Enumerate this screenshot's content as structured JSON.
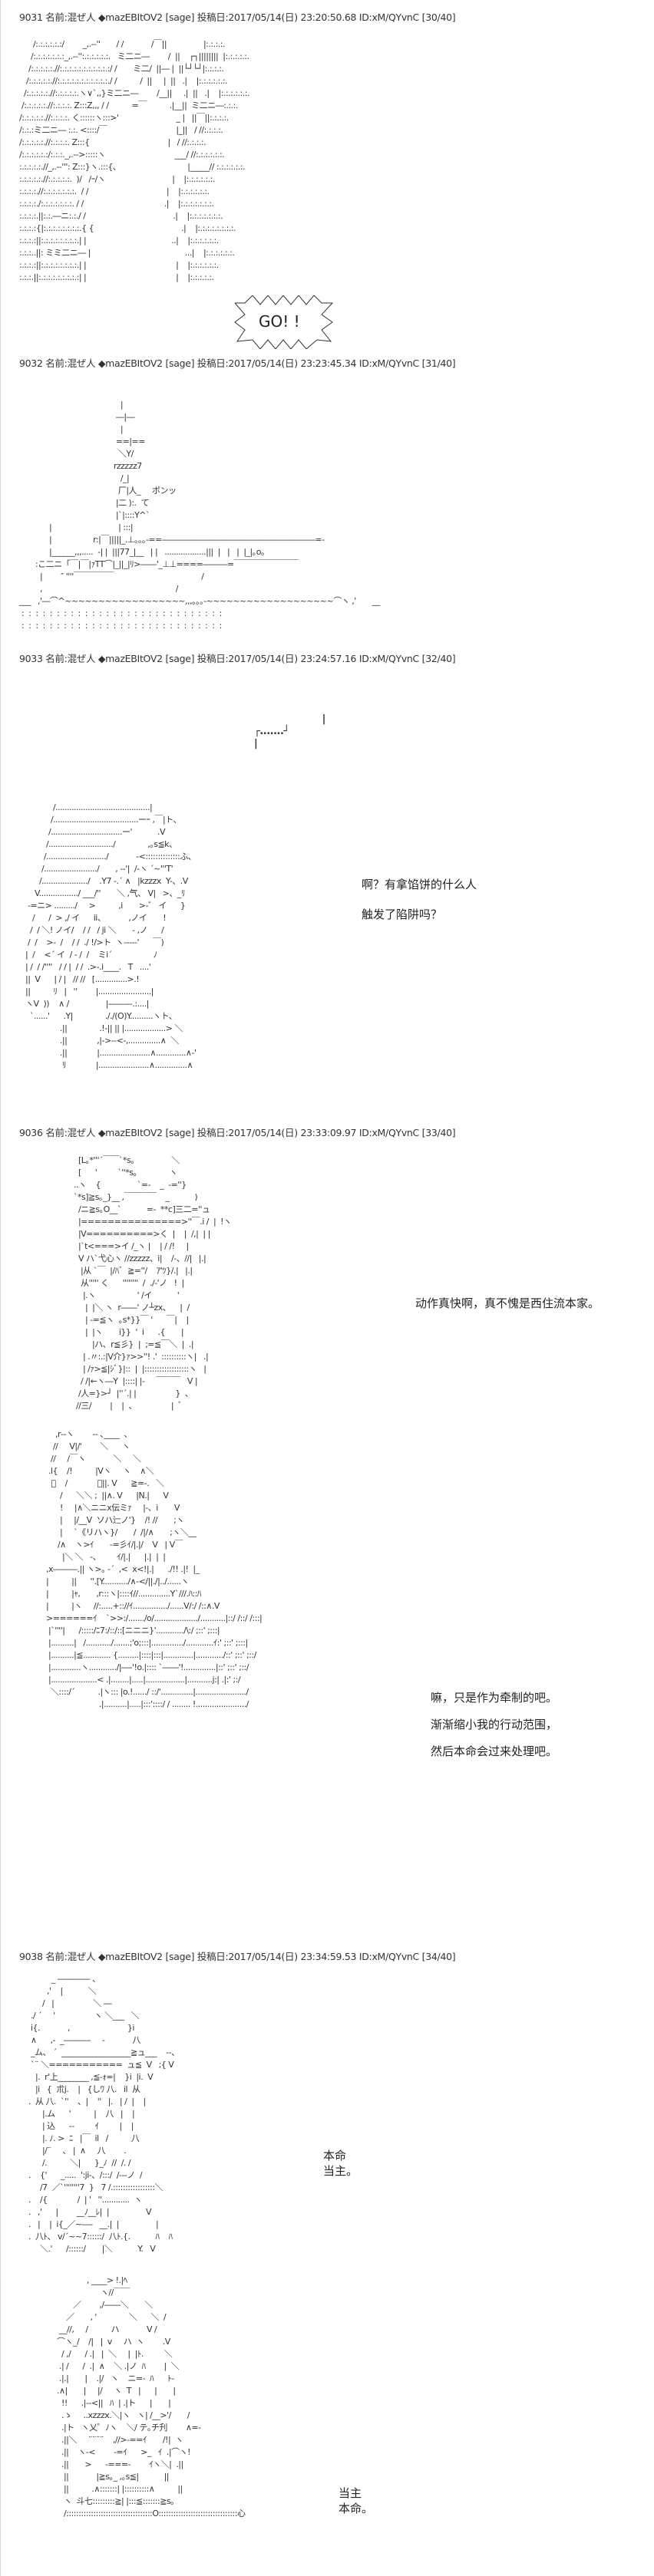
{
  "posts": [
    {
      "header": "9031 名前:混ぜ人 ◆mazEBItOV2 [sage] 投稿日:2017/05/14(日) 23:20:50.68 ID:xM/QYvnC [30/40]",
      "art": [
        "      /:.:.:.:.:.:/        _,.-‐''       / /            /￣||                |:.:.:.:.",
        "     /:.:.:.:.:.:.:_,.-‐'':.:.:.:.:.:.   ミ二ニ―        /  ||    ┌┐||||||||  |:.:.:.:.:.",
        "    /:.:.:.:.:.//:.:.:.:.:.:.:.:.:.:.:/ /       ミ二/  ||― |  ||└┘└┘|:.:.:.:.",
        "   /:.:.:.:.:.//:.:.:.:.:.:.:.:.:.:.:./ /          /  ||     |  ||   .|    |:.:.:.:.:.:.",
        "  /:.:.:.:.:.//:.:.:.:.:.ヽ∨`,,}ミ二ニ―        /__||     .|  ||   .|    |:.:.:.:.:.:.",
        " /:.:.:.:.:.//:.:.:.:. Z:::Z,,, / /          =￣          .|__||  ミ二ニ―:.:.:.",
        "/:.:.:.:.:.//:.:.:.:. く::::::ヽ:::>'                         _ |   ||￣||:.:.:.:.",
        "/:.:.:ミ二ニ― :.:. <::::/￣                              |_||   / //:.:.:.:.",
        "/:.:.:.:.:.//:.:.:.:. Z:::{                                  |   / //:.:.:.:.",
        "/:.:.:.:.:.:/:.:.:._,.-‐>:::::ヽ                              ___/ //:.:.:.:.:.:.",
        ":.:.:.:.:.//_,.-‐''': Z:::}ヽ.:::{、                             |_____// :.:.:.:.:.:.",
        ":.:.:.:.:.//:.:.:.:.:.  )/   /ｰ/ヽ                             |    |:.:.:.:.:.:.",
        ":.:.:.:.//:.:.:.:.:.:.:.  / /                                  |    |:.:.:.:.:.:.",
        ":.:.:.:./:.:.:.:.:.:.:. / /                                   .|    |:.:.:.:.:.:.:.",
        ":.:.:.:.||:.:.―ニ:.:./ /                                      .|    |:.:.:.:.:.:.:.",
        ":.:.:.:{|:.:.:.:.:.:.:.:.{ {                                      .|    |:.:.:.:.:.:.:.:.",
        ":.:.:.:||:.:.:.:.:.:.:.:.| |                                     ..|    |:.:.:.:.:.:.",
        ":.:.:..||: ミミ二ニ― |                                         ...|    |:.:.:.:.:.:.",
        ":.:.:.:||:.:.:.:.:.:.:.:.| |                                       |    |:.:.:.:.:.:.",
        ":.:.:.||:.:.:.:.:.:.:.:.:| |                                       |    |:.:.:.:.:."
      ],
      "burst_text": "GO! !"
    },
    {
      "header": "9032 名前:混ぜ人 ◆mazEBItOV2 [sage] 投稿日:2017/05/14(日) 23:23:45.34 ID:xM/QYvnC [31/40]",
      "art": [
        "                                            |",
        "                                          ―|―",
        "                                            |",
        "                                          ==|==",
        "                                           ＼Y/",
        "                                         rzzzzz7",
        "                                            /_|",
        "                                           厂|人_     ボンッ",
        "                                          |二 ):.  て",
        "                                          |`|::::Y^`",
        "             |                             | :::|",
        "             |                  r:|￣|||||_.⊥｡｡｡-==―――――――――――――――――――=-",
        "             |______,,,.....  -| |  |||77_|__   | |   ..................|||  |   |   |  |_|｡o｡",
        "       :こ二ニ「￣|￣|ｧTT⌒|_||_|ﾘ>――'_⊥⊥====―――=￣￣￣￣￣￣￣￣",
        "         |        ″ ''''￣￣￣￣￣                                      /",
        "         ,                                                          /",
        "___   ,'―⌒^~~~~~~~~~~~~~~~~~~,,,｡｡｡‐~~~~~~~~~~~~~~~~~~~⌒ヽ ,'       __",
        " :  :  :  :  :  :  :  :  :  :  :  :  :  :  :  :  :  :  :  :  :  :  :  :  :  :  :  :  :",
        " :  :  :  :  :  :  :  :  :  :  :  :  :  :  :  :  :  :  :  :  :  :  :  :  :  :  :  :  :"
      ]
    },
    {
      "header": "9033 名前:混ぜ人 ◆mazEBItOV2 [sage] 投稿日:2017/05/14(日) 23:24:57.16 ID:xM/QYvnC [32/40]",
      "bracket_art": [
        "                      |",
        "┌.......┘",
        "|",
        ""
      ],
      "art": [
        "                /.........................................|",
        "               /.....................................ーｰ ,￣|ト、",
        "              /...............................ー'           .V",
        "             /............................/              ,｡s≦k、",
        "            /........................../            -<::::::::::::::ふ、",
        "           /......................./       , -‐'|  /‐ヽ ´~'''T'",
        "          /..................../    .Y7 -.´ ∧   |kzzzx  Y-、.V",
        "        V................./ ___/''       ＼ ,气、 V|   >、_ﾘ",
        "     -=ニ> ........./     >          ,i       >-゛ イ      }",
        "       /      /  > ,/ イ      ii、          ,ノイ       !",
        "      /  / ＼! ノイ/    / /   / ji ＼       - ,ノ      /",
        "     /  /    >-  /    / /  ./ !/>ト  ヽ-----'      ￣)",
        "    |  /    <´ イ  / - /  /    ミi´                  ﾉ",
        "    | /  / /''''   / / |  / /  .>-.i____.   T   ....'",
        "    ||  V      | / |   // //   [..............>.!",
        "    ||          ﾘ   |   ''        |.......................|",
        "    ヽV  ))    ∧ /                |‐――‐-.:....|",
        "      `......'      .Y|              ././(O)Y..........ヽト、",
        "                   .||              .!-|| || |..................> ＼",
        "                   .||             ,|->‐-<-,..............∧  ＼",
        "                   .||             |......................∧.............∧-'",
        "                    ﾘ             |......................∧..............∧"
      ],
      "speech": [
        "啊？有拿馅饼的什么人",
        "触发了陷阱吗？"
      ]
    },
    {
      "header": "9036 名前:混ぜ人 ◆mazEBItOV2 [sage] 投稿日:2017/05/14(日) 23:33:09.97 ID:xM/QYvnC [33/40]",
      "art": [
        "       [L｡*'''´￣￣`*s｡                ＼",
        "       [      '         `''*s｡              ヽ",
        "     ..ヽ    {                `=-    _  -=''}",
        "     `*s]≧s｡_}__ ,￣￣￣￣    _           )",
        "       /ニ≧s｡O__`           =-  **c]三二=''ュ",
        "       |===============>''￣.i /  |  !ヽ",
        "       |V==========>く  |    |  /,|  | |",
        "       |`t<===>イ /_ヽ |    | / /!     |",
        "       V ハ`弋心ヽ //zzzzz、i|    /‐、//|   |.|",
        "        |从 `￣  |/ﾊﾞ  ≧=''/    ｱ'ﾂ}/.|   |.|",
        "        从''''' く      ''''''''  /  ./-'ノ   !  |",
        "         |.ヽ                  ' /イ           '",
        "          |  |＼ ヽ  r――' ノ┴zx、    |  /",
        "          | -=≦ヽ  ｡s*}}￣ '      ￣|    |",
        "          |  |ヽ       i}}  '  i      .{       |",
        "             |ハ、r≦彡}  |  ;=≦￣＼  |  .|",
        "         | .〃:.:|V介}ｧ>>''! .'  ::::::::::ヽ|   .|",
        "         | /ｧ>≦|ｼﾞ}|::  |  |::::::::::::::::::ヽ   |",
        "        / /|←ヽ―Y  |::::| |-     ￣￣￣   V |",
        "       /人=}>┘  |''´.| |                 }  、",
        "      //三/        |    |  、               |  ﾞ"
      ],
      "speech": [
        "动作真快啊，真不愧是西住流本家。"
      ]
    },
    {
      "art": [
        "       ,r‐‐ヽ        ‐‐ ､____  、",
        "      //     V|/'        ＼      ヽ",
        "     //     /￣ヽ            ＼     ＼",
        "    .l{    /!          |Vヽ     ヽ    ∧＼",
        "     ﾞ    /             ＼||. V      ≧=-.   ＼",
        "         /      ＼＼ ;  ||∧. V      |N.|      V",
        "         !     |∧＼ニニx伝ミｧ     |-、i       V",
        "         |     |/__V  ソハ辷ノ'}    /! //       ;ヽ",
        "         |     `《リハヽ}/       /  /|/∧       ;ヽ＼__",
        "        /∧    ヽ>ｲ       -=彡ｲ/|.|/    V   | V￣",
        "          |＼ ＼   ‐、       ｲ/|.|      |.|  |  |",
        "   ,x―――.|| ヽ>｡ ‐´  ,<  x<!|.|      ./!! .|!  |_",
        "   |          ||      ''.[Y.........../∧-</||./|../......ヽ",
        "   |          |ｬ,       ,r:::ヽ|::::ｲ//..............Y`///.ﾊ::ﾊ",
        "   |          |ヽ     //:.....+:://ｲ.............../......V/:/ /::∧.V",
        "   >======ｲ    `>>:/......./o/.................../...........|::/ /::/ /:::|",
        "    |`''''|      /:::::/ﾆ7:/::/::[ニニニ}'............/\\:/ ;::' ;:::|",
        "    |..........|   /.........../.......;'o;:::|............../............ｲ:' ;::' ;:::|",
        "    |..........|≦............ {.........|::::|:::|.............|............/::' ;::' ;::/",
        "    |.............ヽ............/|―-'!o.|:::: `――'!..............|::' ;::' ;::/",
        "    |....................< .|........|.....|.................|...........j:| .|:' ;:/",
        "     ＼::::/´          .|ヽ::: |o.!....../ ::/'..............|....................../",
        "                          .|..........|.....|:::'::::/ / ........ !....................../"
      ],
      "speech": [
        "嘛，只是作为牵制的吧。",
        "渐渐缩小我的行动范围，",
        "然后本命会过来处理吧。"
      ]
    },
    {
      "header": "9038 名前:混ぜ人 ◆mazEBItOV2 [sage] 投稿日:2017/05/14(日) 23:34:59.53 ID:xM/QYvnC [34/40]",
      "art": [
        "              _ ―――― 、",
        "            ,'    |           ＼",
        "          /   |                 ＼ ―",
        "     ./ ´     '                 ヽ ＼___   ＼",
        "     i{.            ,                         }i",
        "     ∧      ,-  _―――-     -            八",
        "     _ム、 ´  __________________≧ュ___    --、",
        "     `¨ ＼===========  ュ≦  V   ;{ V",
        "       |.  r'上________ ,≦-ｫ=|    }i  |i.  V",
        "       |i   {  朮j.    |   {しﾜ 八.   il  从",
        "    .  从 八.  `''    、|    ''   |.   | /  |    |",
        "          |.ム      '          |    八   |    |",
        "          | 込      --         ｲ         |    |",
        "          |. ﾉ. >  ﾆ   |￣  il   /          八",
        "          |/¨     、 |  ∧     八        .",
        "          /.          ＼|      }_ﾉ  //  /. /",
        "    .    {'      _.....  ':ji-、/:::/  /---ノ  /",
        "         /7  ／`''''''''7  }   7 /.:::::::::::::::::＼",
        "    .    /{             /  | '   ''............  ヽ",
        "    .   ,'      |        __ﾉ__ﾚ|  |                V",
        "    .   |    |  i{_／~―-   __.|  |                |",
        "    .  八ﾄ、 v/´~~7::::::/  八ﾄ.{.           ﾊ    ﾊ",
        "         ＼.'      /::::::/       |＼           Y.   V"
      ],
      "speech": [
        "本命",
        "当主。"
      ],
      "art2": [
        "                   , ____> !.|ﾍ",
        "                         ヽ//￣￣",
        "             ／        ,/――＼       ＼",
        "          ／       , '              ＼      ＼  /",
        "       __//,     /          ハ            V /",
        "      ⌒ヽ_/    /|   |  v     ハ  ヽ        .V",
        "        / ,/      / .|   |  ＼     |  |ﾄ.         ＼",
        "       .| /      /  .|  ∧    ＼ .|ノ  ﾊ        |  ＼",
        "       .|.|       |    .|/   ヽ    ニ=-  ﾊ      ﾄ-",
        "      .∧|       |     |/     ヽ  T   |      |       |",
        "        !!      .|--<||   ﾊ  | .|ト      |       |",
        "        .ゝ     ..xzzzx.＼|ヽ   ヽ| /__>'/       /",
        "        .|ト   ヽ乂゜ﾉヽ    ＼/ テ｡チ刋        ∧=-",
        "        .||＼     ¨¨¨¨    ,//>-==ｲ       /!|  ヽ",
        "        .||    ヽ-<        -=ｲ      >_   ｲ  .|⌒ヽ!",
        "        .||       >      -===-        ｲヽ＼|  .||",
        "         ||            |≧s｡_ ,｡s≦|           ||",
        "         ||          .∧:::::::| |::::::::::∧          ||",
        "         ヽ  斗七:::::::::≧| |:::≦:::::::≧s｡",
        "         /:::::::::::::::::::::::::::::::::::O::::::::::::::::::::::::::::::::心"
      ],
      "speech2": [
        "当主",
        "本命。"
      ]
    }
  ]
}
